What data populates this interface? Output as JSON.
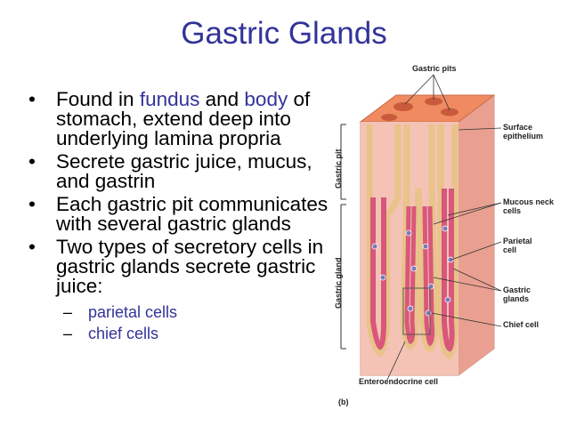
{
  "slide": {
    "title": "Gastric Glands",
    "bullets": {
      "b1": {
        "pre": "Found in ",
        "fundus": "fundus",
        "and": " and ",
        "body": "body",
        "rest": "of stomach, extend deep into underlying lamina propria"
      },
      "b2": "Secrete gastric juice, mucus, and gastrin",
      "b3": "Each gastric pit communicates with several gastric glands",
      "b4": "Two types of secretory cells in gastric glands secrete gastric juice:",
      "sub": [
        "parietal cells",
        "chief cells"
      ]
    },
    "bullet_glyph": "•",
    "dash_glyph": "–"
  },
  "figure": {
    "labels": {
      "gastric_pits": "Gastric pits",
      "surface_epithelium": "Surface epithelium",
      "mucous_neck_cells": "Mucous neck cells",
      "parietal_cell": "Parietal cell",
      "gastric_glands": "Gastric glands",
      "chief_cell": "Chief cell",
      "enteroendocrine_cell": "Enteroendocrine cell",
      "gastric_pit_side": "Gastric pit",
      "gastric_gland_side": "Gastric gland",
      "panel": "(b)"
    },
    "colors": {
      "mucosa": "#f2b7a6",
      "top": "#f08a60",
      "epithelium": "#e8c38a",
      "gland": "#d9577a",
      "cell": "#7e79b8"
    }
  }
}
